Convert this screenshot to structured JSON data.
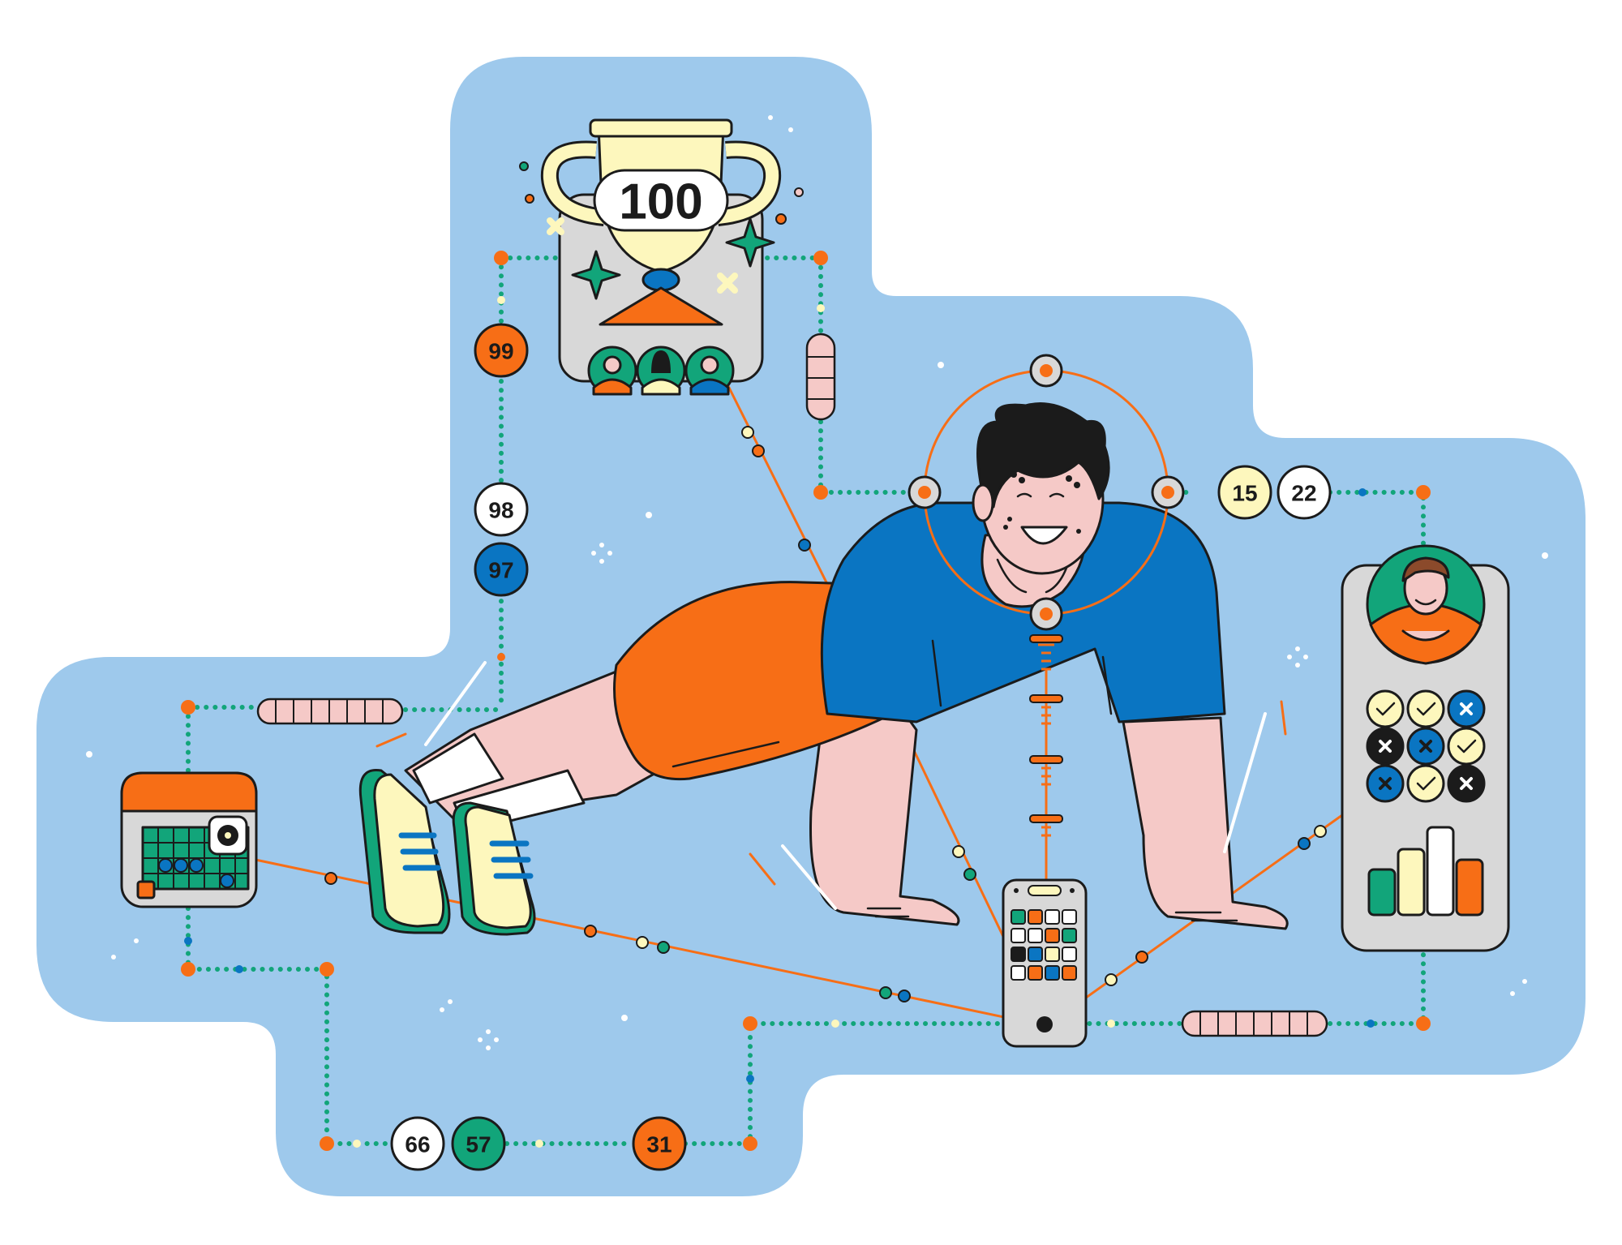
{
  "illustration": {
    "trophy_score": "100",
    "left_column_numbers": [
      "99",
      "98",
      "97"
    ],
    "bottom_row_numbers": [
      "66",
      "57",
      "31"
    ],
    "top_right_numbers": [
      "15",
      "22"
    ]
  },
  "colors": {
    "background_blob": "#9ec9ec",
    "orange": "#f76e16",
    "blue": "#0a75c2",
    "green": "#12a57a",
    "cream": "#fdf7bd",
    "pink": "#f5c9c7",
    "gray": "#d8d8d8",
    "ink": "#1b1b1b"
  },
  "icons": [
    "trophy-icon",
    "calendar-icon",
    "phone-icon",
    "profile-card-icon",
    "check-icon",
    "cross-icon",
    "bar-chart-icon"
  ]
}
